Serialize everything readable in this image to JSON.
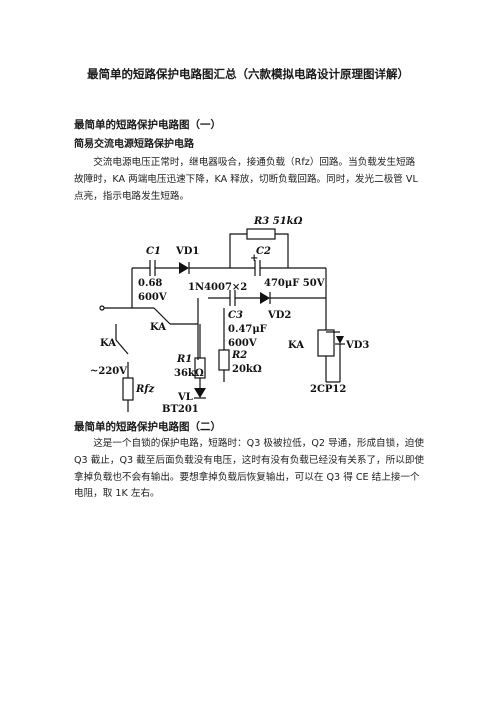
{
  "doc": {
    "title": "最简单的短路保护电路图汇总（六款模拟电路设计原理图详解）",
    "section1": {
      "heading": "最简单的短路保护电路图（一）",
      "subheading": "简易交流电源短路保护电路",
      "paragraph": "交流电源电压正常时，继电器吸合，接通负载（Rfz）回路。当负载发生短路故障时，KA 两端电压迅速下降，KA 释放，切断负载回路。同时，发光二极管 VL 点亮，指示电路发生短路。"
    },
    "section2": {
      "heading": "最简单的短路保护电路图（二）",
      "paragraph": "这是一个自锁的保护电路，短路时：Q3 极被拉低，Q2 导通，形成自锁，迫使 Q3 截止，Q3 截至后面负载没有电压，这时有没有负载已经没有关系了，所以即使拿掉负载也不会有输出。要想拿掉负载后恢复输出，可以在 Q3 得 CE 结上接一个电阻，取 1K 左右。"
    }
  },
  "circuit": {
    "r3_label": "R3 51kΩ",
    "c1_label": "C1",
    "vd1_label": "VD1",
    "c2_label": "C2",
    "plus_sign": "+",
    "c1_value_1": "0.68",
    "c1_value_2": "600V",
    "diode_type": "1N4007×2",
    "c2_value": "470μF 50V",
    "c3_label": "C3",
    "vd2_label": "VD2",
    "c3_value_1": "0.47μF",
    "c3_value_2": "600V",
    "ka_switch_label": "KA",
    "ka_contact_label": "KA",
    "ka_coil_label": "KA",
    "vd3_label": "VD3",
    "r1_label": "R1",
    "r1_value": "36kΩ",
    "r2_label": "R2",
    "r2_value": "20kΩ",
    "source_label": "~220V",
    "rfz_label": "Rfz",
    "vl_label": "VL",
    "vl_type": "BT201",
    "vd3_type": "2CP12"
  }
}
